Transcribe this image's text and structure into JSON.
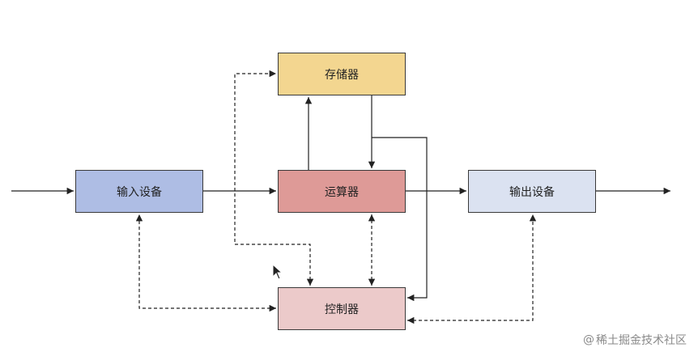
{
  "nodes": {
    "memory": {
      "label": "存储器",
      "color": "#f3d690"
    },
    "alu": {
      "label": "运算器",
      "color": "#de9a97"
    },
    "input": {
      "label": "输入设备",
      "color": "#aebde4"
    },
    "output": {
      "label": "输出设备",
      "color": "#dbe2f1"
    },
    "control": {
      "label": "控制器",
      "color": "#eccaca"
    }
  },
  "watermark": {
    "prefix": "@",
    "text": "稀土掘金技术社区"
  }
}
